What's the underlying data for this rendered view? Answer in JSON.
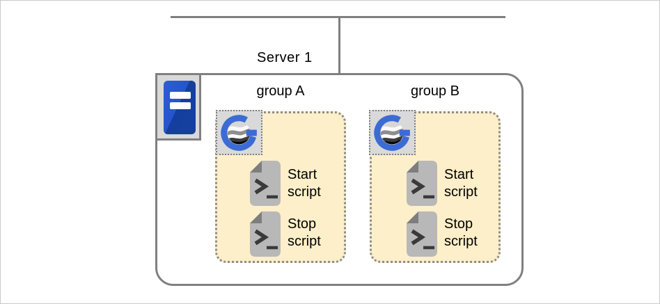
{
  "colors": {
    "bus_line_gray": "#7f7f7f",
    "server_box_border": "#808080",
    "icon_plate_gray": "#d9d9d9",
    "group_fill_cream": "#fcefc9",
    "group_border_gray": "#8c8c8c",
    "server_tower_blue": "#2455cd",
    "server_tower_blue_dark": "#143f9f",
    "logo_blue": "#3c6bd4",
    "script_icon_gray": "#b8b8b8",
    "script_icon_fold_gray": "#7e7e7e",
    "script_glyph_dark": "#3a3a3a",
    "text_color": "#000000"
  },
  "server": {
    "label": "Server 1",
    "icon": "server-tower-icon",
    "groups": [
      {
        "label": "group A",
        "logo_icon": "software-logo-icon",
        "items": [
          {
            "icon": "script-file-icon",
            "label": "Start script"
          },
          {
            "icon": "script-file-icon",
            "label": "Stop script"
          }
        ]
      },
      {
        "label": "group B",
        "logo_icon": "software-logo-icon",
        "items": [
          {
            "icon": "script-file-icon",
            "label": "Start script"
          },
          {
            "icon": "script-file-icon",
            "label": "Stop script"
          }
        ]
      }
    ]
  }
}
